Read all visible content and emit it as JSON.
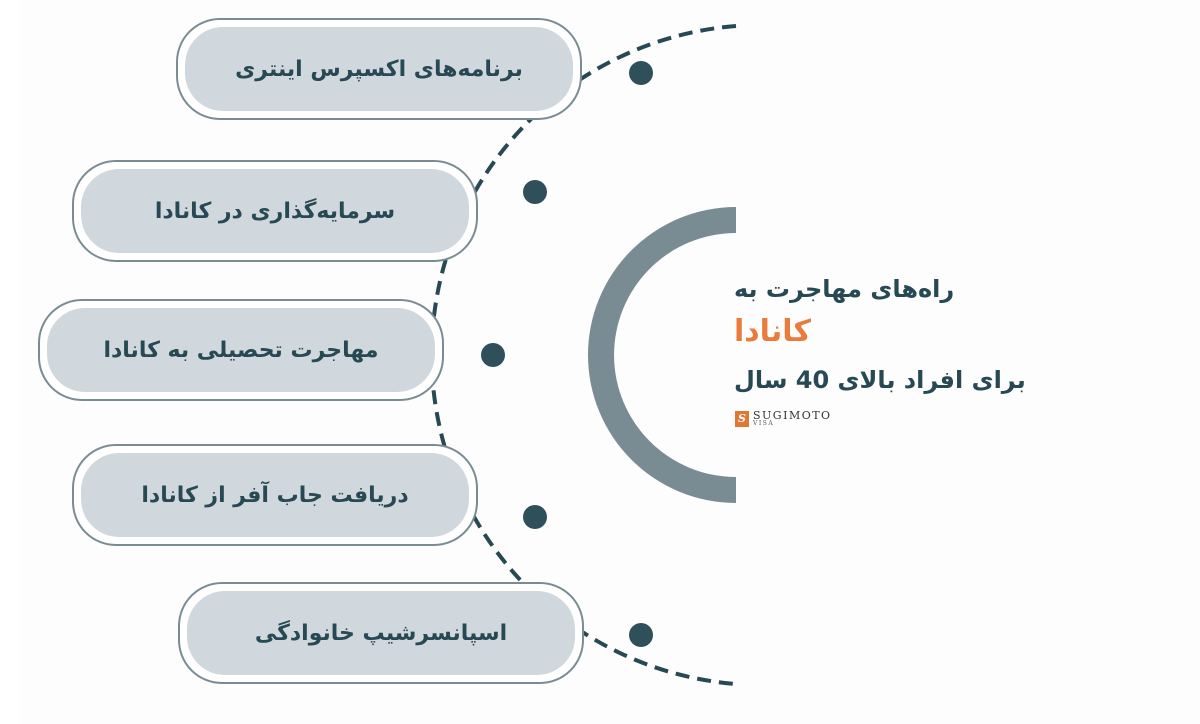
{
  "title": {
    "line1": "راه‌های مهاجرت به",
    "line2": "کانادا",
    "line3": "برای افراد بالای 40 سال"
  },
  "logo": {
    "mark": "S",
    "name": "SUGIMOTO",
    "sub": "VISA"
  },
  "options": [
    {
      "label": "برنامه‌های اکسپرس اینتری"
    },
    {
      "label": "سرمایه‌گذاری در کانادا"
    },
    {
      "label": "مهاجرت تحصیلی به کانادا"
    },
    {
      "label": "دریافت جاب آفر از کانادا"
    },
    {
      "label": "اسپانسرشیپ خانوادگی"
    }
  ],
  "colors": {
    "dark_teal": "#274954",
    "accent_orange": "#ea7b3b",
    "arc_gray": "#7a8c93",
    "card_fill": "#d1d8dd",
    "card_border": "#7a8c93",
    "background": "#fdfdfd"
  }
}
